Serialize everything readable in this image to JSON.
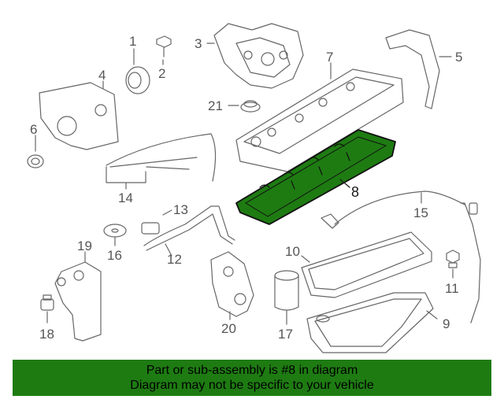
{
  "diagram": {
    "highlight_part": "8",
    "highlight_color": "#1e7b12",
    "callouts": {
      "c1": "1",
      "c2": "2",
      "c3": "3",
      "c4": "4",
      "c5": "5",
      "c6": "6",
      "c7": "7",
      "c8": "8",
      "c9": "9",
      "c10": "10",
      "c11": "11",
      "c12": "12",
      "c13": "13",
      "c14": "14",
      "c15": "15",
      "c16": "16",
      "c17": "17",
      "c18": "18",
      "c19": "19",
      "c20": "20",
      "c21": "21"
    }
  },
  "banner": {
    "line1": "Part or sub-assembly is #8 in diagram",
    "line2": "Diagram may not be specific to your vehicle",
    "background": "#1e7b12"
  }
}
